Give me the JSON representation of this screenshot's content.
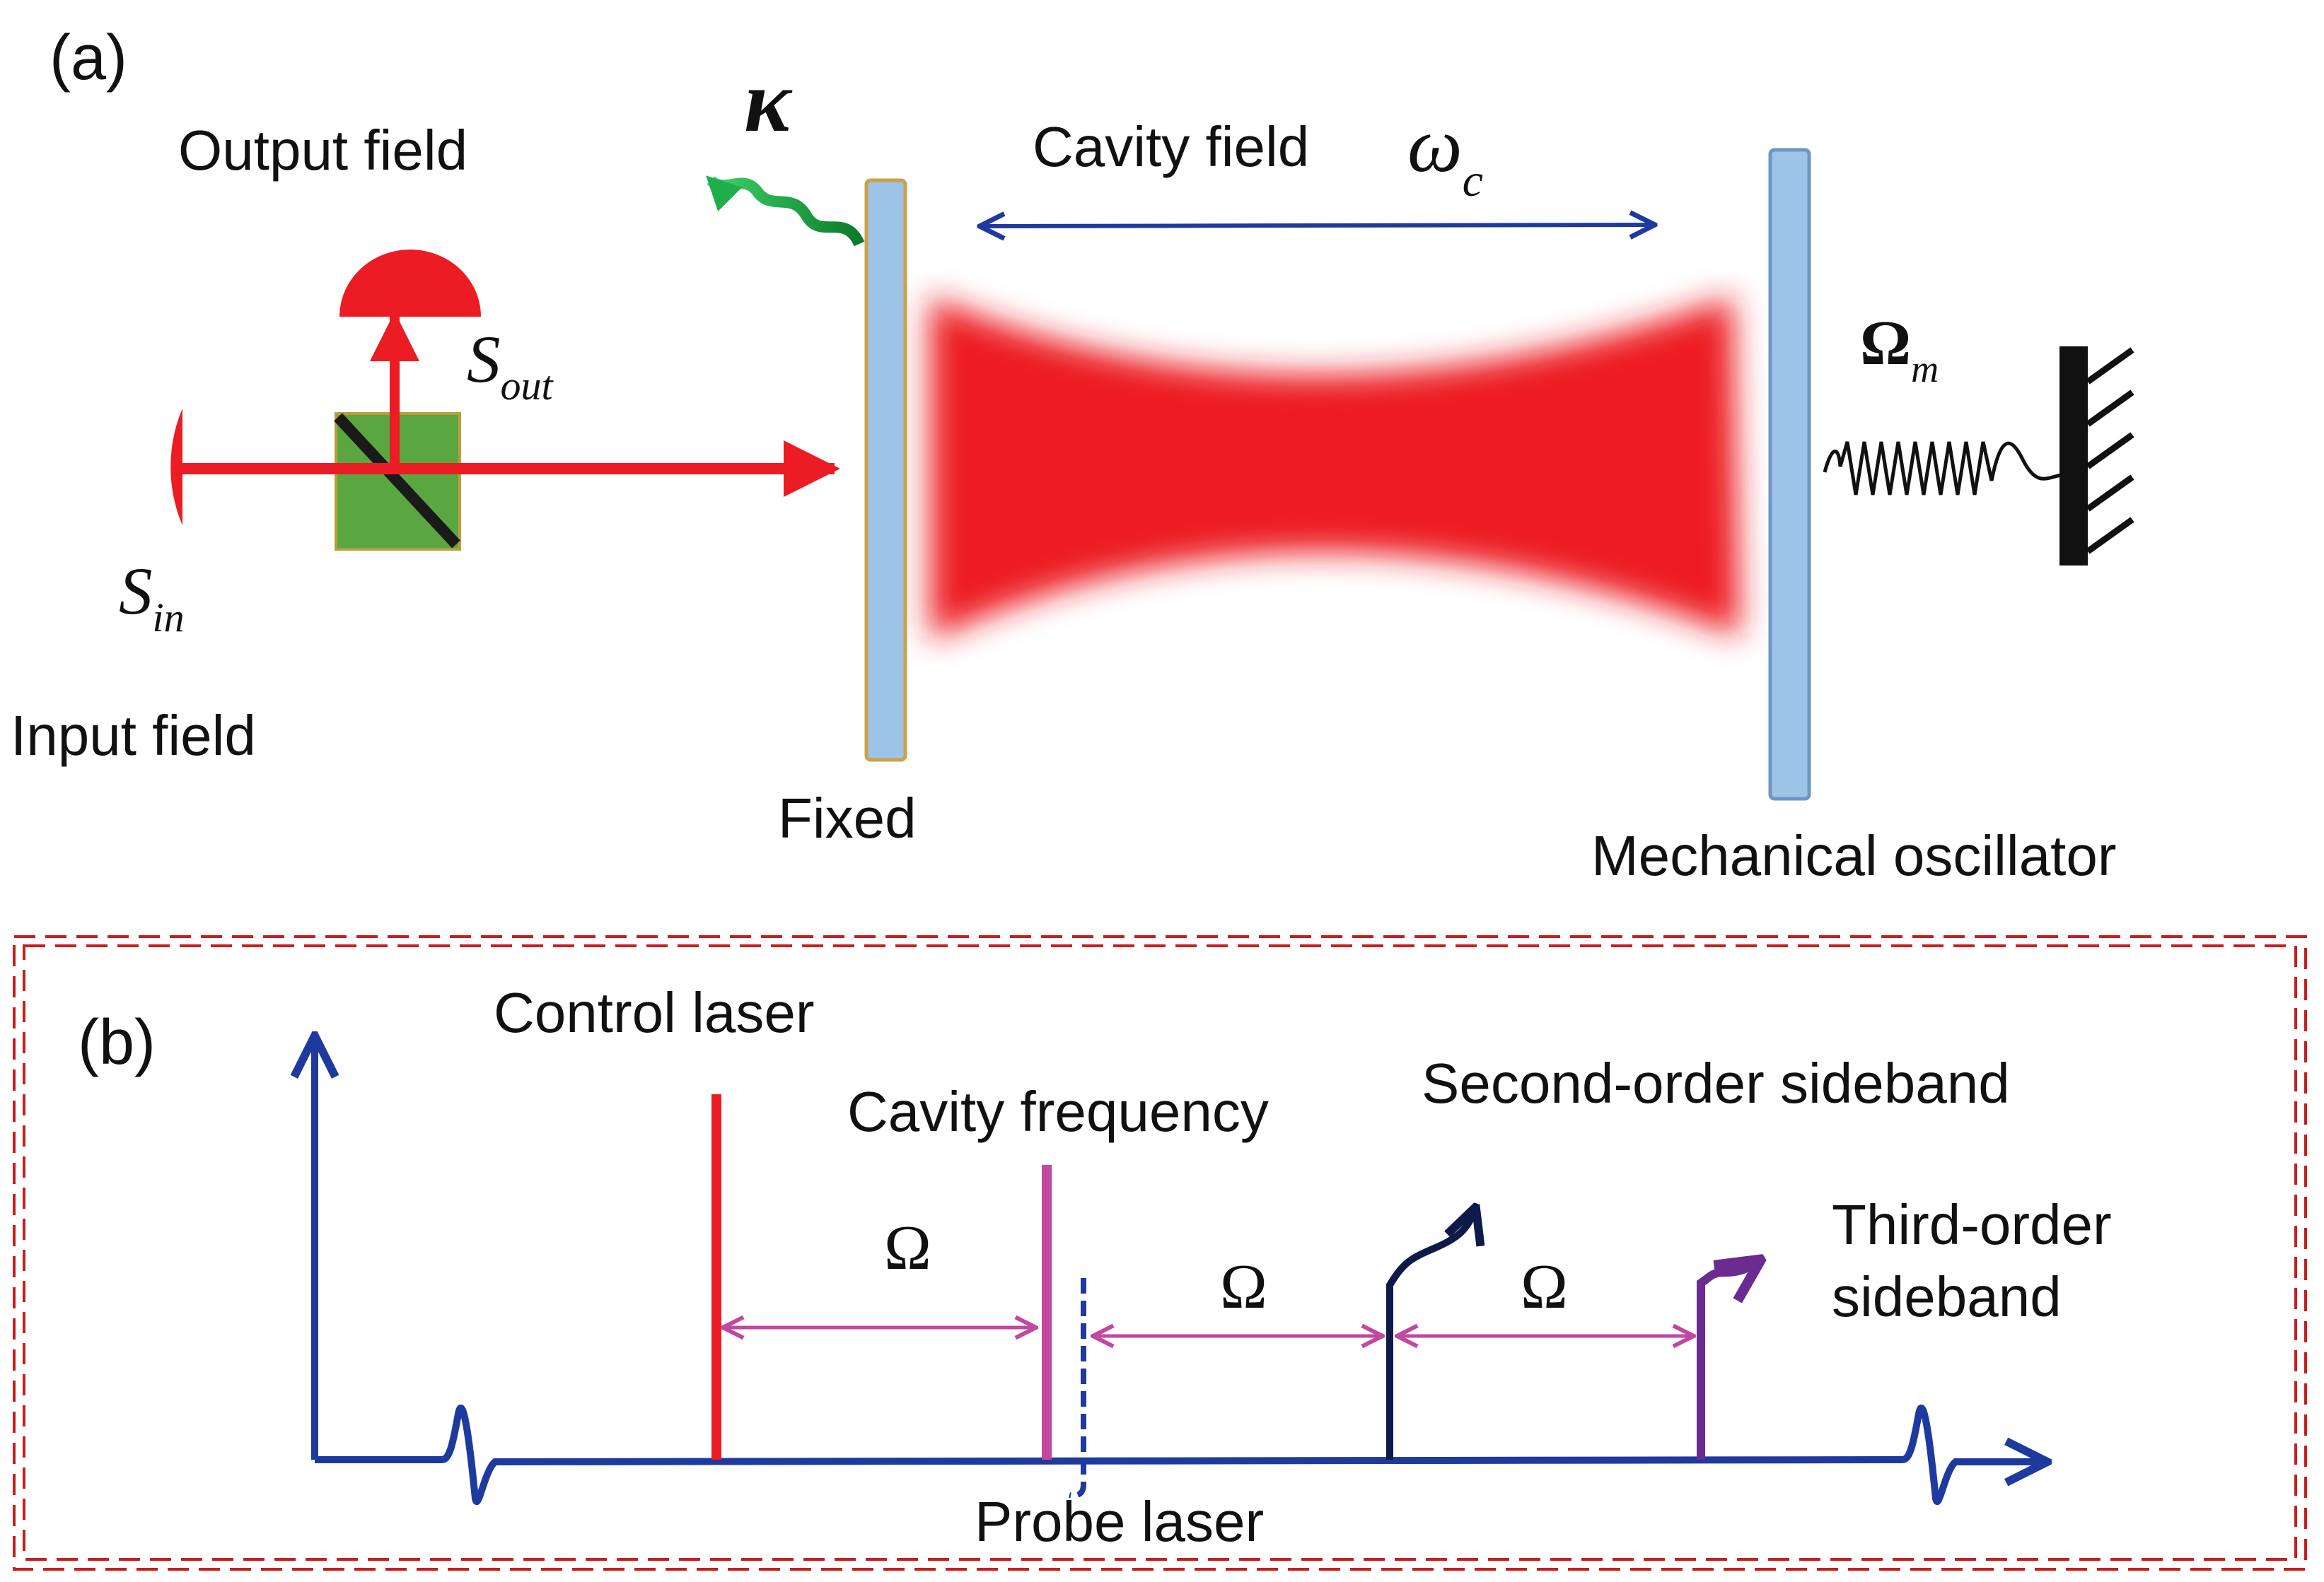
{
  "panel_a": {
    "label": "(a)",
    "output_field": "Output field",
    "input_field": "Input field",
    "s_out": {
      "base": "S",
      "sub": "out"
    },
    "s_in": {
      "base": "S",
      "sub": "in"
    },
    "kappa": "κ",
    "cavity_field": "Cavity field",
    "omega_c": {
      "base": "ω",
      "sub": "c"
    },
    "omega_m": {
      "base": "Ω",
      "sub": "m"
    },
    "fixed": "Fixed",
    "mechanical_oscillator": "Mechanical oscillator"
  },
  "panel_b": {
    "label": "(b)",
    "control_laser": "Control laser",
    "cavity_frequency": "Cavity frequency",
    "second_order_sideband": "Second-order sideband",
    "third_order_sideband_line1": "Third-order",
    "third_order_sideband_line2": "sideband",
    "probe_laser": "Probe laser",
    "spacing_1": "Ω",
    "spacing_2": "Ω",
    "spacing_3": "Ω"
  },
  "colors": {
    "laser_red": "#ec1c24",
    "mirror_blue": "#9dc3e6",
    "axis_blue": "#1f3a9e",
    "magenta": "#c2479f",
    "splitter_green": "#5aa640",
    "dashed_border": "#c81e1e",
    "purple_line": "#6a2c91",
    "navy_line": "#0d1a4a",
    "kappa_green": "#1a9e3c"
  }
}
